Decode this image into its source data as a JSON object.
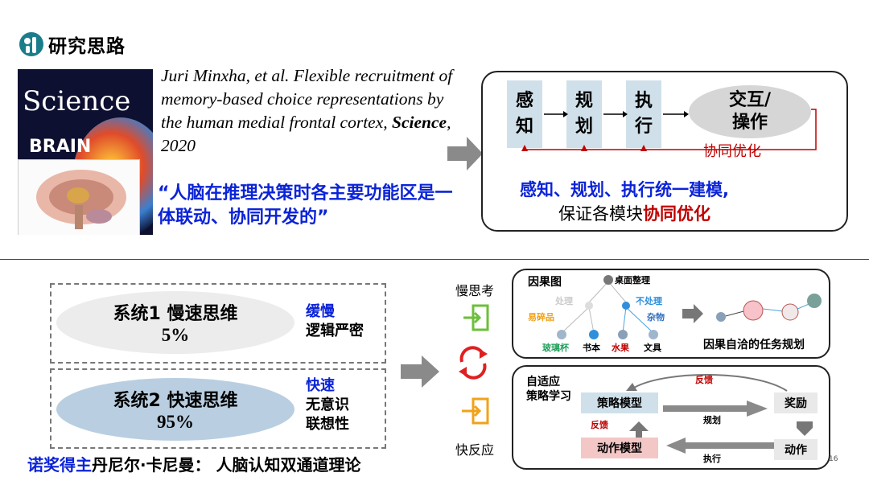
{
  "header": {
    "title": "研究思路",
    "logo_icon": "brain-logo-icon"
  },
  "paper": {
    "cover_mag": "Science",
    "cover_brain": "BRAIN",
    "citation_pre": "Juri Minxha, et al. Flexible recruitment of memory-based choice representations by the human medial frontal cortex, ",
    "citation_journal": "Science",
    "citation_year": ", 2020"
  },
  "quote": "“人脑在推理决策时各主要功能区是一体联动、协同开发的”",
  "pipeline": {
    "stages": [
      "感知",
      "规划",
      "执行"
    ],
    "interact": "交互/操作",
    "feedback": "协同优化",
    "summary_line1": "感知、规划、执行统一建模,",
    "summary_line2_pre": "保证各模块",
    "summary_line2_em": "协同优化"
  },
  "systems": {
    "s1_name": "系统1 慢速思维",
    "s1_pct": "5%",
    "s1_traits": [
      "缓慢",
      "逻辑严密"
    ],
    "s2_name": "系统2 快速思维",
    "s2_pct": "95%",
    "s2_traits": [
      "快速",
      "无意识",
      "联想性"
    ],
    "footer_em": "诺奖得主",
    "footer_rest": "丹尼尔·卡尼曼： 人脑认知双通道理论"
  },
  "mid": {
    "slow": "慢思考",
    "fast": "快反应"
  },
  "causal": {
    "title": "因果图",
    "root": "桌面整理",
    "nodes": {
      "skip": "处理",
      "handle": "不处理",
      "fragile": "易碎品",
      "misc": "杂物",
      "glass": "玻璃杯",
      "book": "书本",
      "fruit": "水果",
      "stationery": "文具"
    },
    "caption": "因果自洽的任务规划"
  },
  "policy": {
    "title_l1": "自适应",
    "title_l2": "策略学习",
    "feedback_top": "反馈",
    "strategy": "策略模型",
    "reward": "奖励",
    "plan": "规划",
    "feedback_left": "反馈",
    "action_model": "动作模型",
    "action": "动作",
    "exec": "执行"
  },
  "page_number": "16",
  "colors": {
    "blue": "#0b23d8",
    "red": "#c00000",
    "card": "#cfe0ea",
    "pink": "#f4c7c7"
  }
}
